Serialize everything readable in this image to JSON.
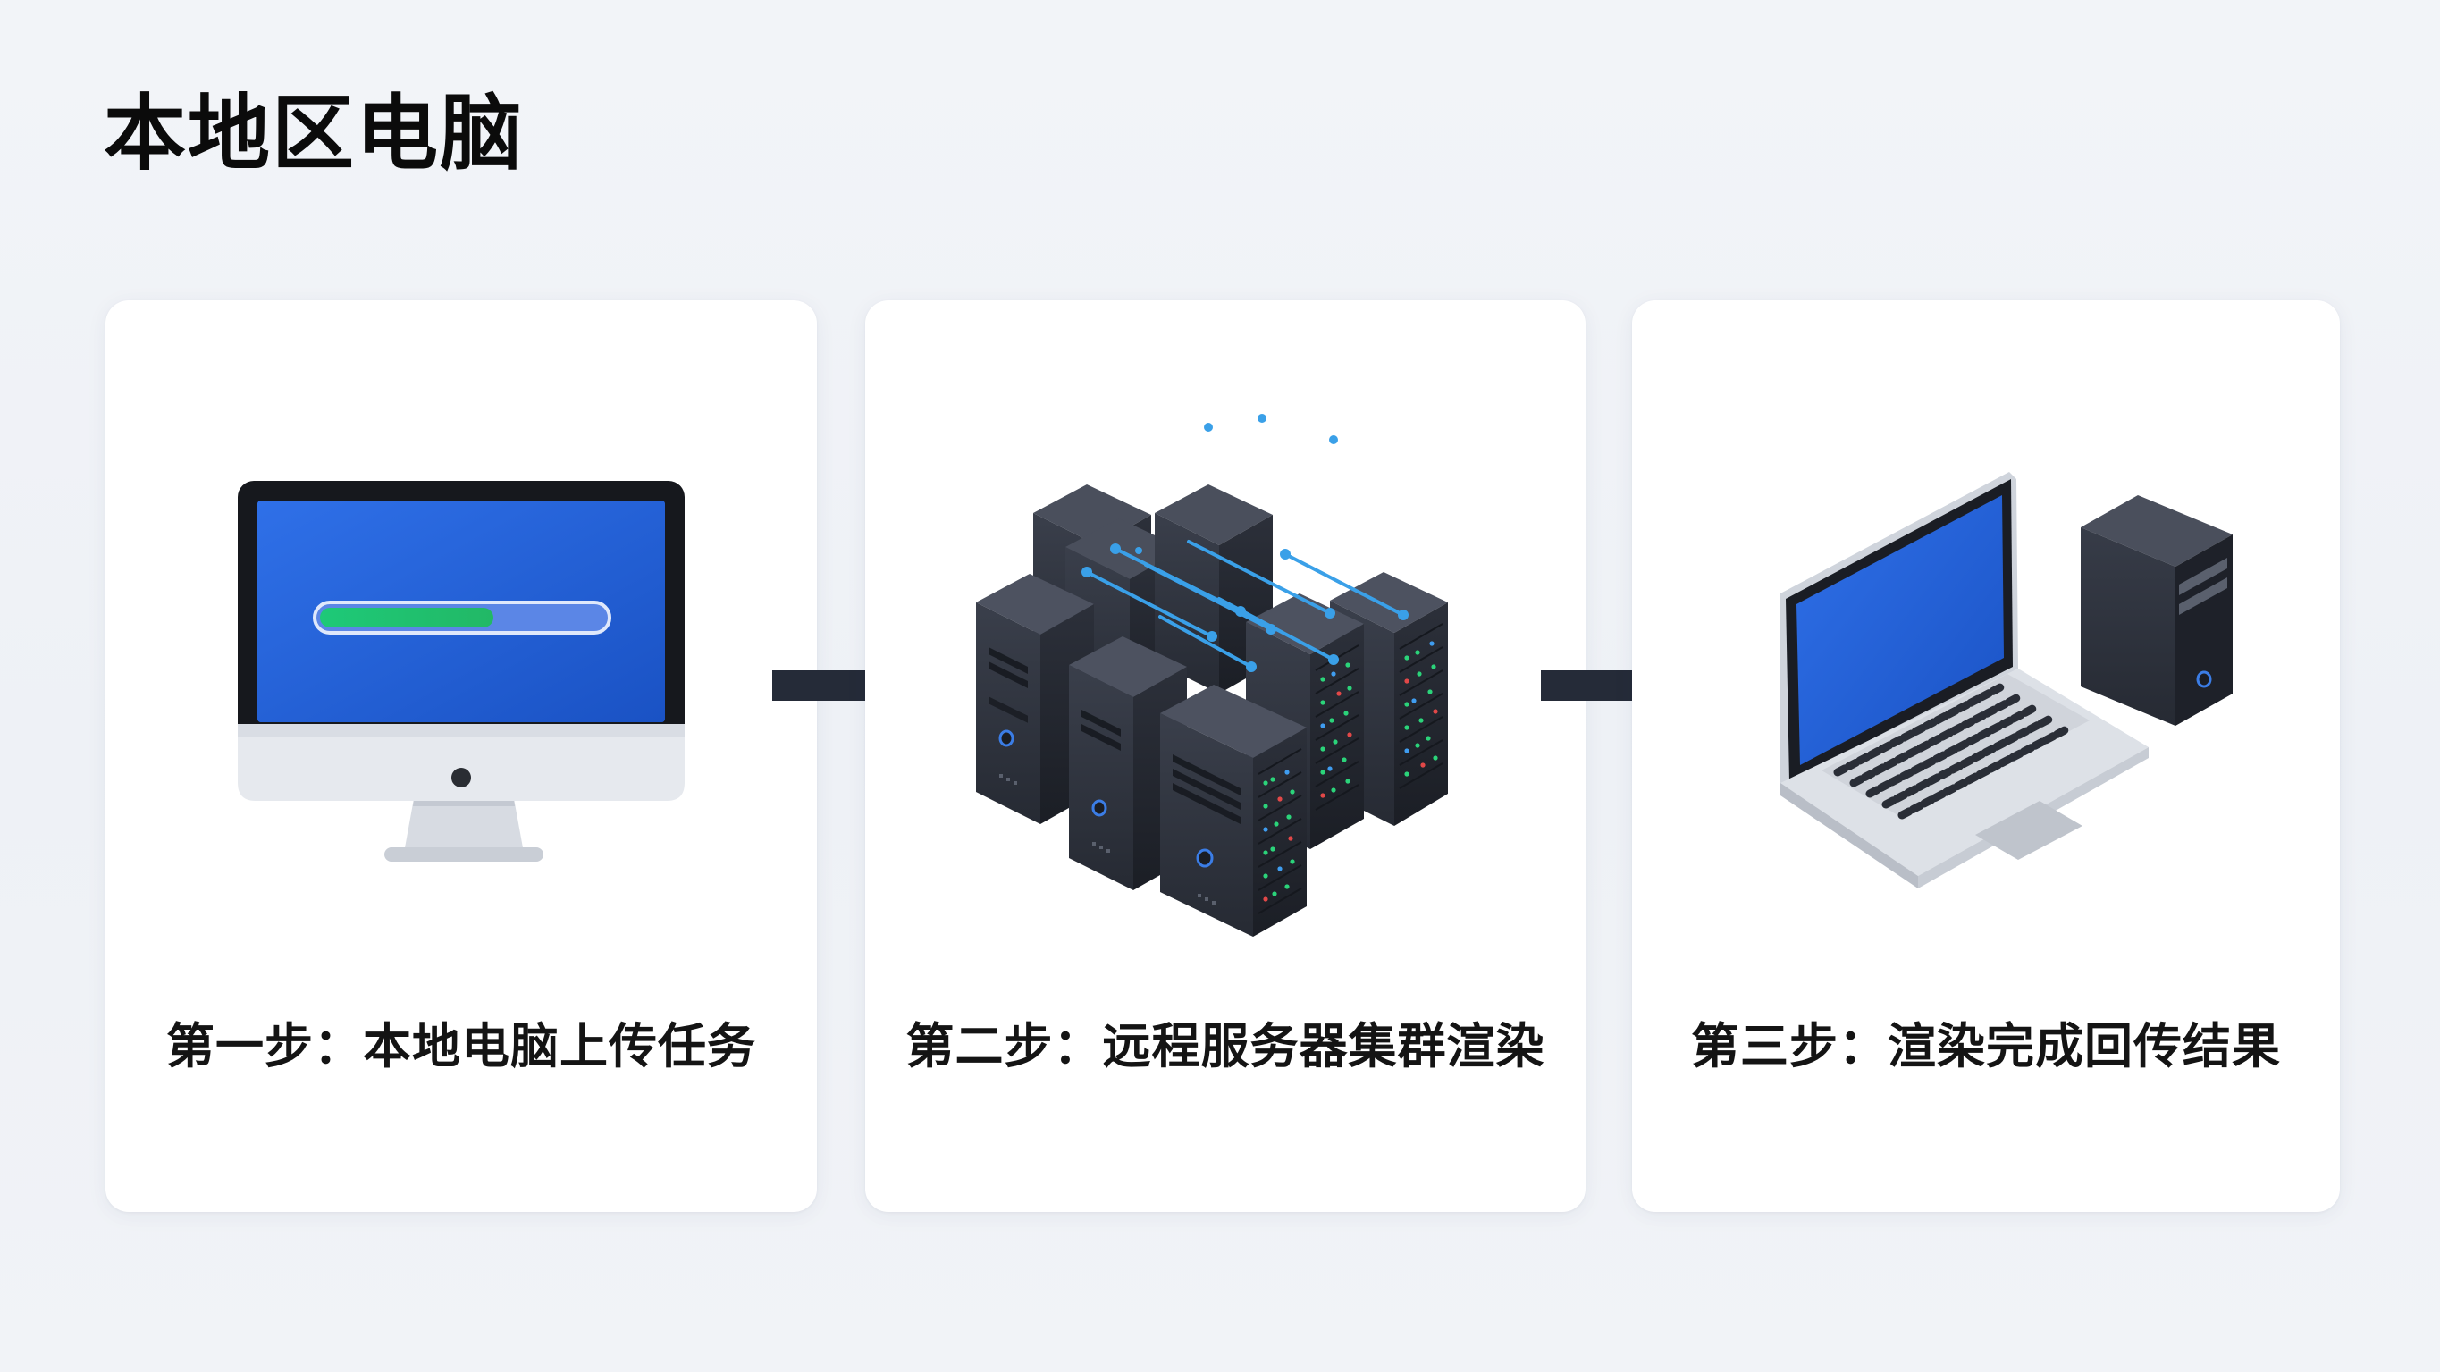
{
  "header": {
    "title": "本地区电脑"
  },
  "steps": [
    {
      "caption": "第一步：本地电脑上传任务",
      "icon": "desktop-monitor-upload-progress"
    },
    {
      "caption": "第二步：远程服务器集群渲染",
      "icon": "server-cluster"
    },
    {
      "caption": "第三步：渲染完成回传结果",
      "icon": "laptop-and-tower"
    }
  ],
  "colors": {
    "screen_blue": "#1f5fd9",
    "progress_green": "#1fc26e",
    "server_dark": "#2b2f3a",
    "arrow_dark": "#252b38",
    "data_stream_blue": "#3aa0e8"
  }
}
